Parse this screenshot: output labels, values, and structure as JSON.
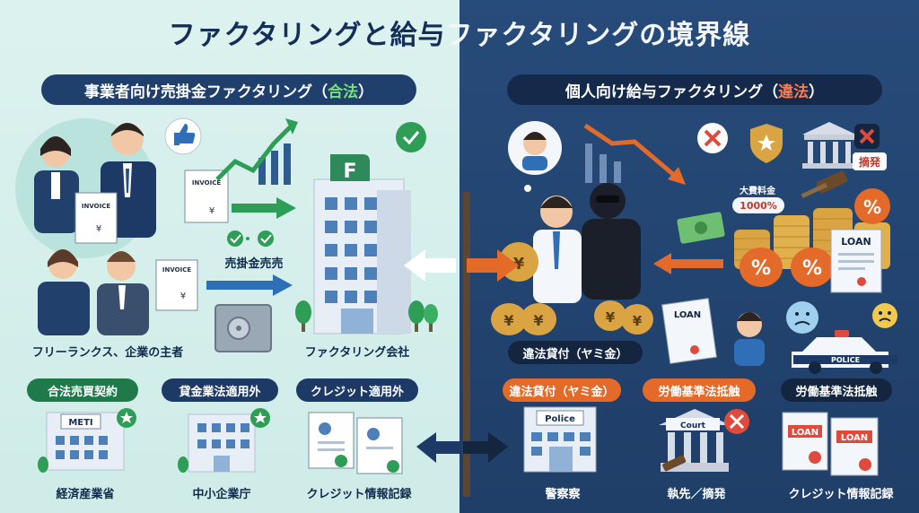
{
  "title": {
    "left": "ファクタリングと給与",
    "right": "ファクタリングの境界線"
  },
  "left": {
    "header_prefix": "事業者向け売掛金ファクタリング（",
    "header_status": "合法",
    "header_suffix": "）",
    "invoice_label": "INVOICE",
    "currency_mark": "¥",
    "flow_label": "売掛金売売",
    "company_letter": "F",
    "people_caption": "フリーランクス、企業の主者",
    "company_caption": "ファクタリング会社",
    "tags": [
      "合法売買契約",
      "貸金業法適用外",
      "クレジット適用外"
    ],
    "agency_label": "METI",
    "agency_captions": [
      "経済産業省",
      "中小企業庁",
      "クレジット情報記録"
    ]
  },
  "right": {
    "header_prefix": "個人向け給与ファクタリング（",
    "header_status": "違法",
    "header_suffix": "）",
    "rate_label": "大費料金",
    "rate_value": "1000%",
    "raid_label": "摘発",
    "loan_label": "LOAN",
    "illegal_caption": "違法貸付（ヤミ金）",
    "police_car_label": "POLICE",
    "police_station_label": "Police",
    "court_label": "Court",
    "tags": [
      "違法貸付（ヤミ金）",
      "労働基準法抵触",
      "労働基準法抵触"
    ],
    "agency_captions": [
      "警察察",
      "執先／摘発",
      "クレジット情報記録"
    ]
  },
  "colors": {
    "legal_green": "#2e9e57",
    "illegal_orange": "#e46a2a",
    "navy": "#1d3a66",
    "money_gold": "#d9a441"
  }
}
